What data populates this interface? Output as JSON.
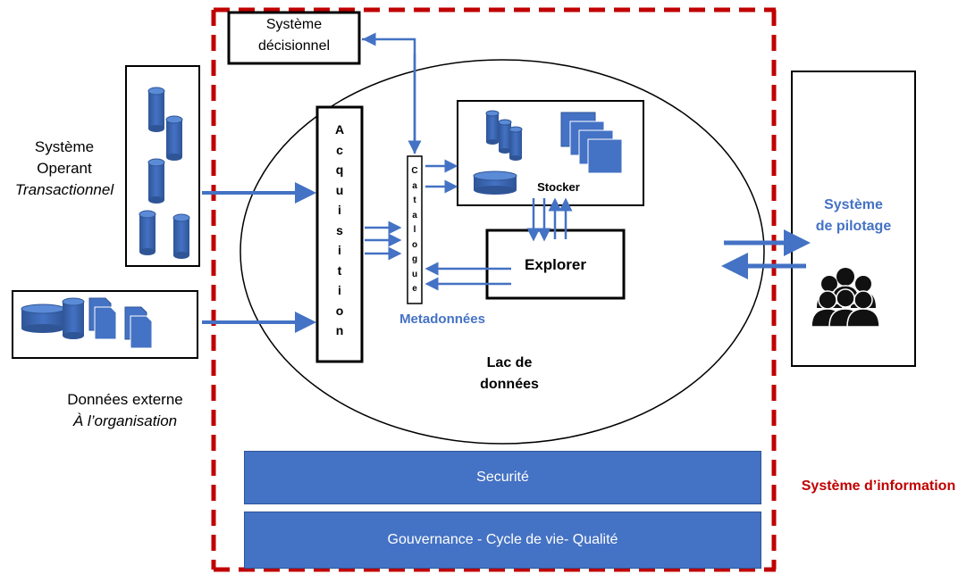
{
  "diagram": {
    "systeme_decisionnel": "Système\ndécisionnel",
    "systeme_operant": {
      "line1": "Système",
      "line2": "Operant",
      "line3": "Transactionnel"
    },
    "donnees_externe": {
      "line1": "Données externe",
      "line2": "À l’organisation"
    },
    "acquisition": "Acquisition",
    "catalogue": "Catalogue",
    "stocker": "Stocker",
    "explorer": "Explorer",
    "metadonnees": "Metadonnées",
    "lac": {
      "line1": "Lac de",
      "line2": "données"
    },
    "pilotage": {
      "line1": "Système",
      "line2": "de pilotage"
    },
    "systeme_information": "Système d’information",
    "securite": "Securité",
    "gouvernance": "Gouvernance  - Cycle de vie- Qualité",
    "colors": {
      "accent_blue": "#4472c4",
      "dark_blue": "#2f5597",
      "frame_red": "#c00000"
    }
  }
}
